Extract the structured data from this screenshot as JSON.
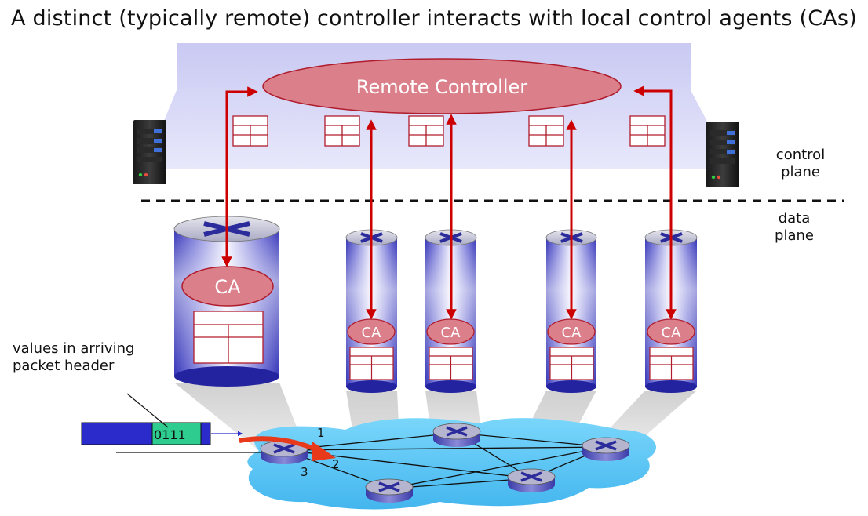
{
  "title": "A distinct (typically remote) controller interacts with local control agents (CAs)",
  "controller_label": "Remote Controller",
  "control_plane_label": [
    "control",
    "plane"
  ],
  "data_plane_label": [
    "data",
    "plane"
  ],
  "packet_header_label": [
    "values in arriving",
    "packet header"
  ],
  "packet_bits": "0111",
  "ca_label": "CA",
  "port_labels": [
    "1",
    "2",
    "3"
  ],
  "colors": {
    "controller_fill": "#db7f8a",
    "arrow": "#cc0000",
    "flow_table_stroke": "#b01c2c",
    "control_band": "#d2d2f5",
    "network_cloud": "#5ec8f5",
    "packet_bits_fill": "#2ecc8e",
    "packet_body": "#2b2bcc"
  }
}
